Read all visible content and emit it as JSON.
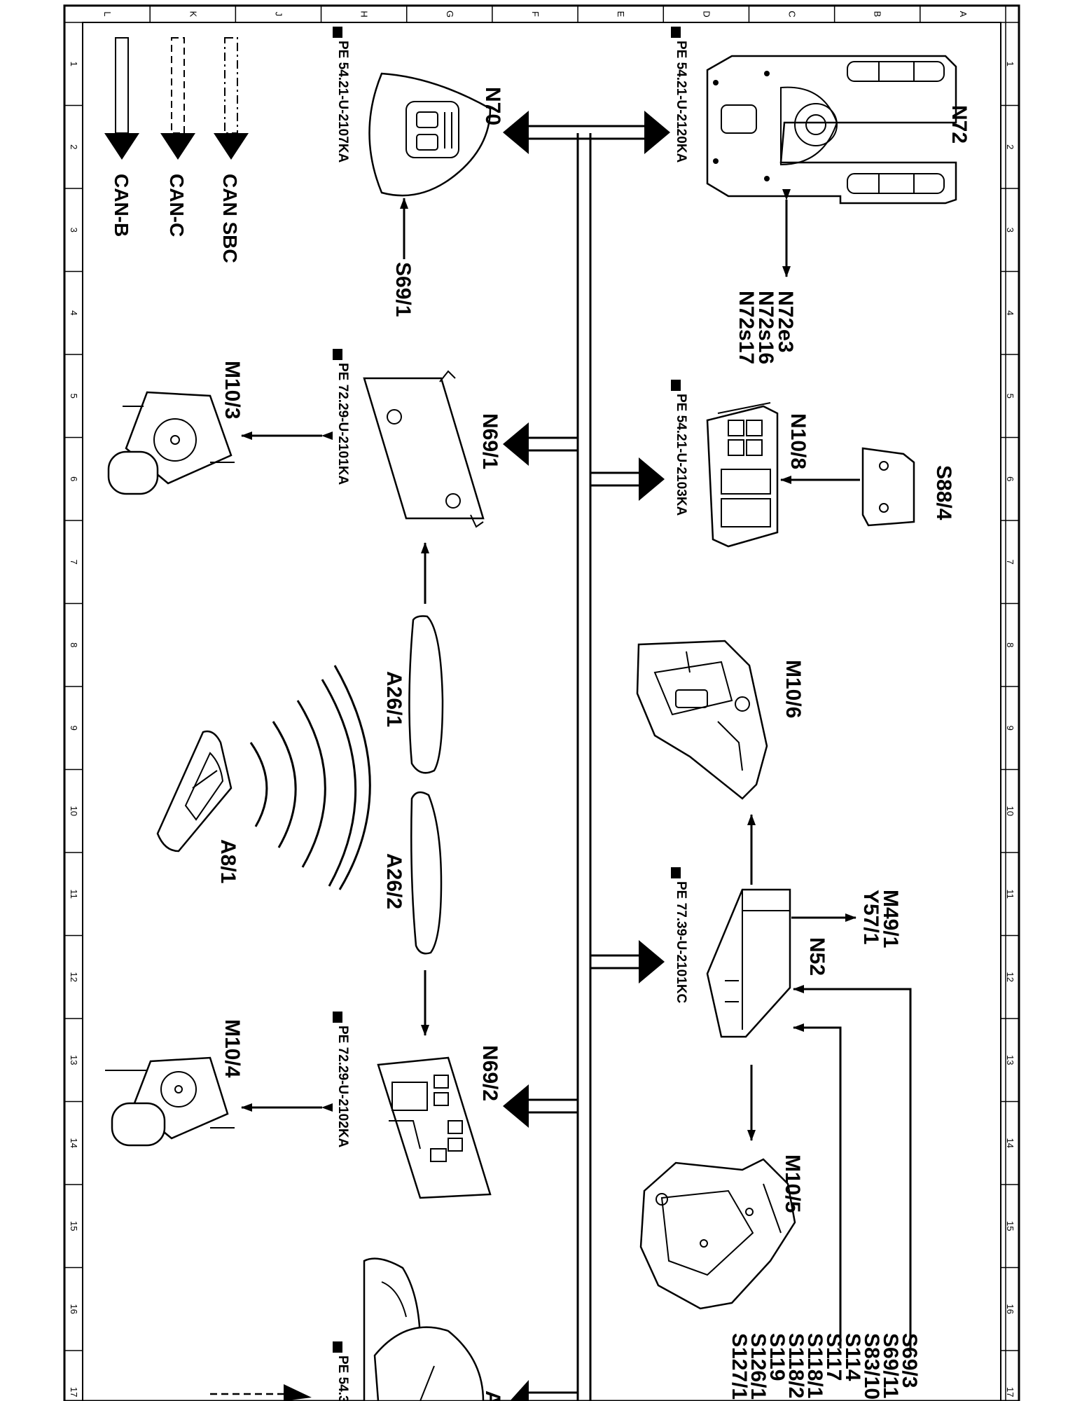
{
  "legend": {
    "can_b": "CAN-B",
    "can_c": "CAN-C",
    "can_sbc": "CAN SBC"
  },
  "border": {
    "letters": [
      "A",
      "B",
      "C",
      "D",
      "E",
      "F",
      "G",
      "H",
      "J",
      "K",
      "L"
    ],
    "numbers": [
      "1",
      "2",
      "3",
      "4",
      "5",
      "6",
      "7",
      "8",
      "9",
      "10",
      "11",
      "12",
      "13",
      "14",
      "15",
      "16",
      "17"
    ]
  },
  "components": {
    "n72": {
      "label": "N72",
      "ref": "PE 54.21-U-2120KA"
    },
    "n72_sub": {
      "lines": [
        "N72e3",
        "N72s16",
        "N72s17"
      ]
    },
    "n70": {
      "label": "N70",
      "ref": "PE 54.21-U-2107KA"
    },
    "s69_1": {
      "label": "S69/1"
    },
    "n10_8": {
      "label": "N10/8",
      "ref": "PE 54.21-U-2103KA"
    },
    "s88_4": {
      "label": "S88/4"
    },
    "n69_1": {
      "label": "N69/1",
      "ref": "PE 72.29-U-2101KA"
    },
    "m10_3": {
      "label": "M10/3"
    },
    "m10_6": {
      "label": "M10/6"
    },
    "a26_1": {
      "label": "A26/1"
    },
    "a26_2": {
      "label": "A26/2"
    },
    "a8_1": {
      "label": "A8/1"
    },
    "n52": {
      "label": "N52",
      "ref": "PE 77.39-U-2101KC"
    },
    "m49_y57": {
      "lines": [
        "M49/1",
        "Y57/1"
      ]
    },
    "n69_2": {
      "label": "N69/2",
      "ref": "PE 72.29-U-2102KA"
    },
    "m10_4": {
      "label": "M10/4"
    },
    "m10_5": {
      "label": "M10/5"
    },
    "switch_list": {
      "lines": [
        "S69/3",
        "S69/11",
        "S83/10",
        "S114",
        "S117",
        "S118/1",
        "S118/2",
        "S119",
        "S126/1",
        "S127/1"
      ]
    },
    "partial_ref": {
      "ref": "PE 54.3"
    },
    "partial_label": {
      "label": "A"
    }
  },
  "colors": {
    "ink": "#000000",
    "paper": "#ffffff"
  }
}
